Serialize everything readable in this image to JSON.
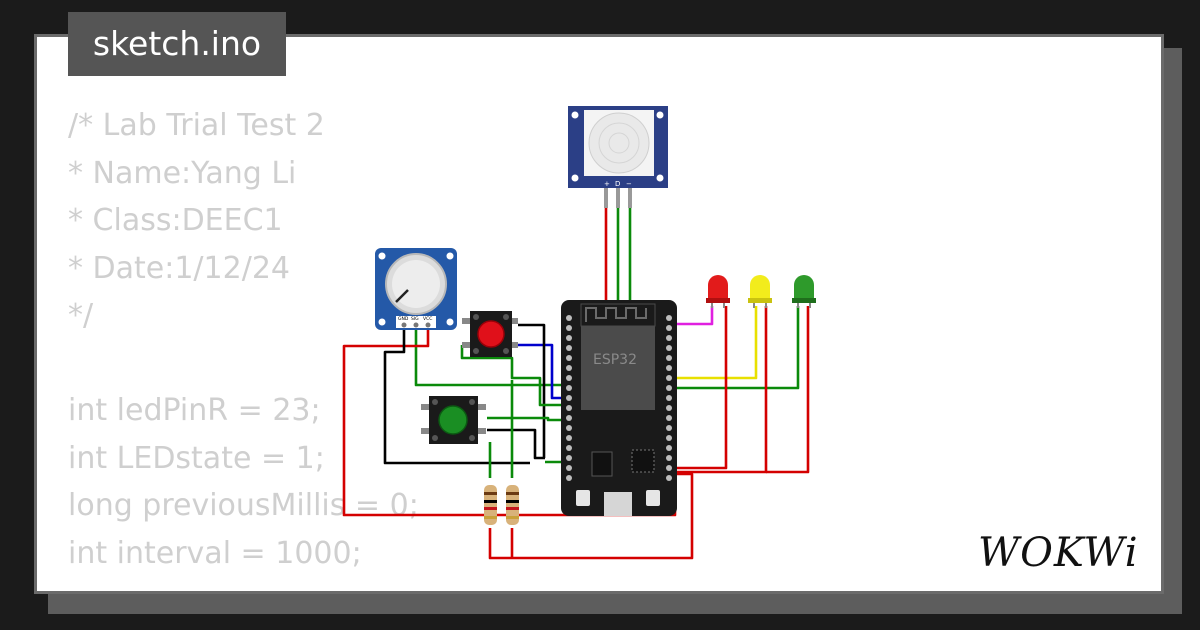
{
  "file_tab": {
    "label": "sketch.ino"
  },
  "code_lines": [
    "/* Lab Trial Test 2",
    "* Name:Yang Li",
    "* Class:DEEC1",
    "* Date:1/12/24",
    "*/",
    "",
    "int ledPinR = 23;",
    "int LEDstate = 1;",
    "long previousMillis = 0;",
    "int interval = 1000;"
  ],
  "circuit": {
    "board_label": "ESP32",
    "pir_pins": [
      "+",
      "D",
      "−"
    ],
    "pot_pins": [
      "GND",
      "SIG",
      "VCC"
    ],
    "leds": [
      "red",
      "yellow",
      "green"
    ],
    "buttons": [
      "red",
      "green"
    ]
  },
  "colors": {
    "wire_red": "#d40000",
    "wire_green": "#0a8a0a",
    "wire_black": "#000000",
    "wire_blue": "#0000cc",
    "wire_yellow": "#e8e000",
    "wire_magenta": "#e020e0",
    "pcb_blue": "#2b3f86",
    "board_black": "#1a1a1a"
  },
  "logo": {
    "text": "WOKWi"
  }
}
